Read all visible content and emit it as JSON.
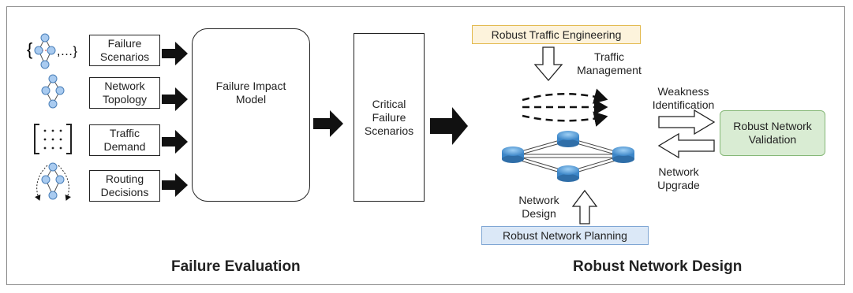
{
  "inputs": [
    {
      "label": "Failure\nScenarios",
      "icon": "failure-scenarios-icon"
    },
    {
      "label": "Network\nTopology",
      "icon": "network-topology-icon"
    },
    {
      "label": "Traffic\nDemand",
      "icon": "traffic-matrix-icon"
    },
    {
      "label": "Routing\nDecisions",
      "icon": "routing-decisions-icon"
    }
  ],
  "model": {
    "label": "Failure Impact\nModel",
    "icon": "neural-network-icon"
  },
  "critical": {
    "label": "Critical\nFailure\nScenarios"
  },
  "right": {
    "traffic_engineering": "Robust Traffic Engineering",
    "traffic_management": "Traffic\nManagement",
    "weakness_identification": "Weakness\nIdentification",
    "validation": "Robust  Network\nValidation",
    "network_upgrade": "Network\nUpgrade",
    "network_design": "Network\nDesign",
    "network_planning": "Robust Network Planning"
  },
  "sections": {
    "left_title": "Failure Evaluation",
    "right_title": "Robust Network Design"
  },
  "colors": {
    "traffic_engineering_bg": "#fdf3dc",
    "traffic_engineering_border": "#e2b84a",
    "planning_bg": "#dbe8f7",
    "planning_border": "#7fa6d4",
    "validation_bg": "#d9ecd3",
    "validation_border": "#86b878",
    "node_fill": "#a9cbf0",
    "router_fill": "#5a9ed8"
  }
}
